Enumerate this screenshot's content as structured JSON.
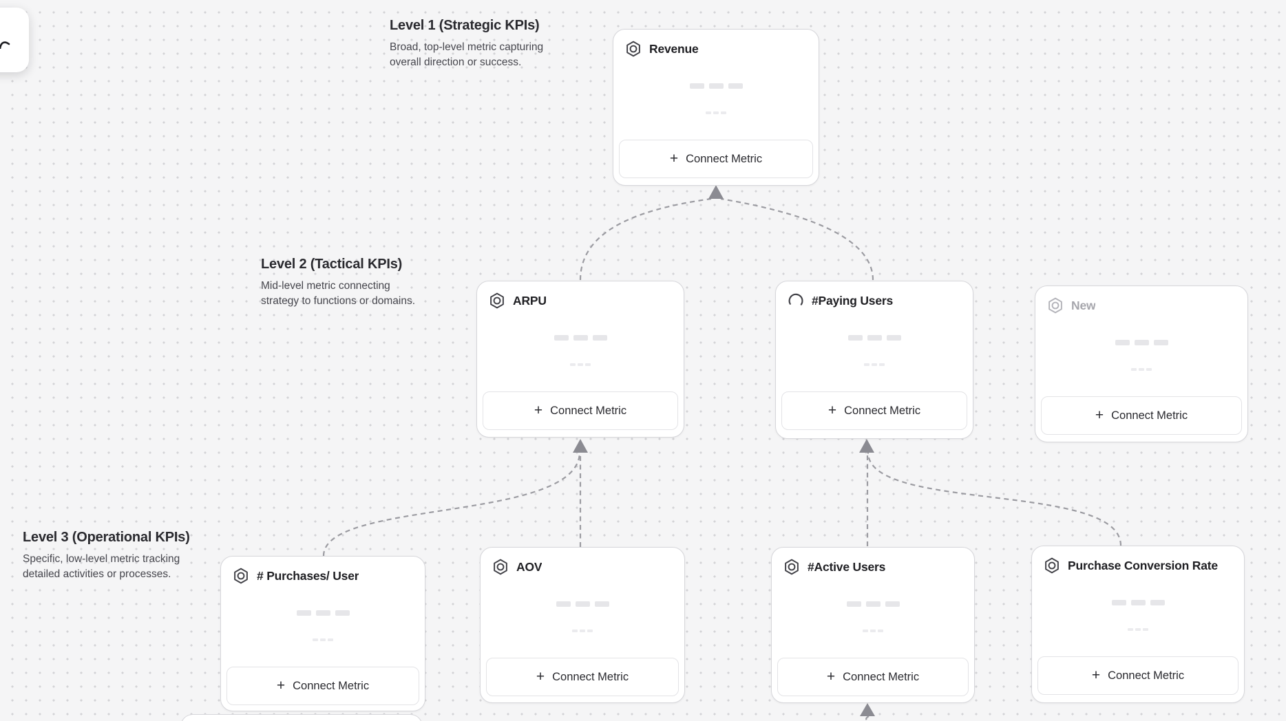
{
  "canvas": {
    "background": "#f5f5f6",
    "dot_color": "#d3d3d6"
  },
  "colors": {
    "card_border": "#d6d6da",
    "connector": "#9b9ba1",
    "arrow": "#8b8b92",
    "title_text": "#202024",
    "muted_title_text": "#a6a6ac",
    "heading_text": "#29292e"
  },
  "levels": [
    {
      "id": "level-1",
      "title": "Level 1 (Strategic KPIs)",
      "description_line1": "Broad, top-level metric capturing",
      "description_line2": "overall direction or success."
    },
    {
      "id": "level-2",
      "title": "Level 2 (Tactical KPIs)",
      "description_line1": "Mid-level metric connecting",
      "description_line2": "strategy to functions or domains."
    },
    {
      "id": "level-3",
      "title": "Level 3 (Operational KPIs)",
      "description_line1": "Specific, low-level metric tracking",
      "description_line2": "detailed activities or processes."
    }
  ],
  "cards": [
    {
      "id": "revenue",
      "title": "Revenue",
      "icon": "hexagon-metric-icon",
      "state": "default"
    },
    {
      "id": "arpu",
      "title": "ARPU",
      "icon": "hexagon-metric-icon",
      "state": "default"
    },
    {
      "id": "paying-users",
      "title": "#Paying Users",
      "icon": "loading-spinner-icon",
      "state": "loading"
    },
    {
      "id": "new",
      "title": "New",
      "icon": "hexagon-metric-icon",
      "state": "placeholder"
    },
    {
      "id": "purchases-per-user",
      "title": "# Purchases/ User",
      "icon": "hexagon-metric-icon",
      "state": "default"
    },
    {
      "id": "aov",
      "title": "AOV",
      "icon": "hexagon-metric-icon",
      "state": "default"
    },
    {
      "id": "active-users",
      "title": "#Active Users",
      "icon": "hexagon-metric-icon",
      "state": "default"
    },
    {
      "id": "purchase-conversion-rate",
      "title": "Purchase Conversion Rate",
      "icon": "hexagon-metric-icon",
      "state": "default"
    }
  ],
  "connect_button_label": "Connect Metric",
  "plus_glyph": "+"
}
